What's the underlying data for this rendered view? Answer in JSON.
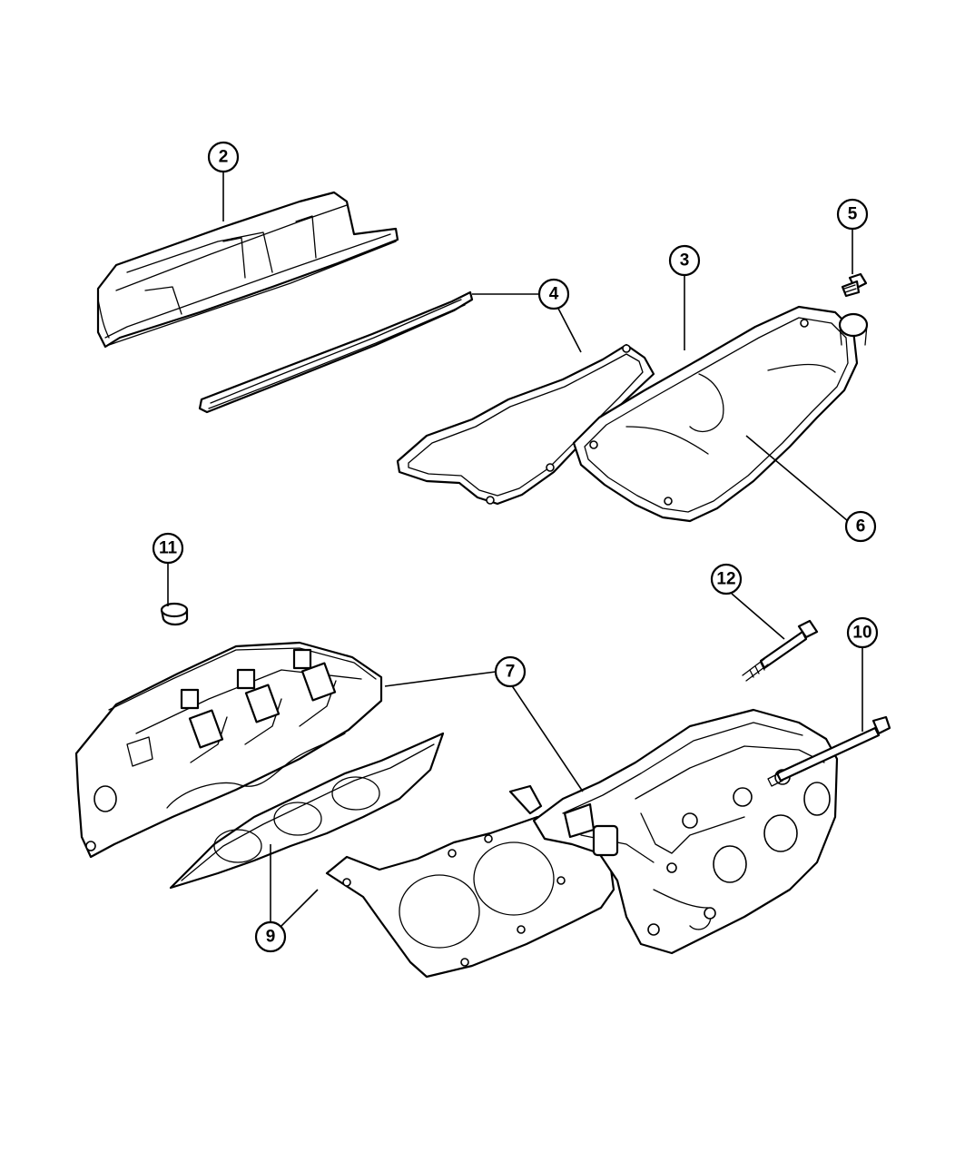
{
  "callouts": {
    "c2": "2",
    "c3": "3",
    "c4": "4",
    "c5": "5",
    "c6": "6",
    "c7": "7",
    "c9": "9",
    "c10": "10",
    "c11": "11",
    "c12": "12"
  }
}
